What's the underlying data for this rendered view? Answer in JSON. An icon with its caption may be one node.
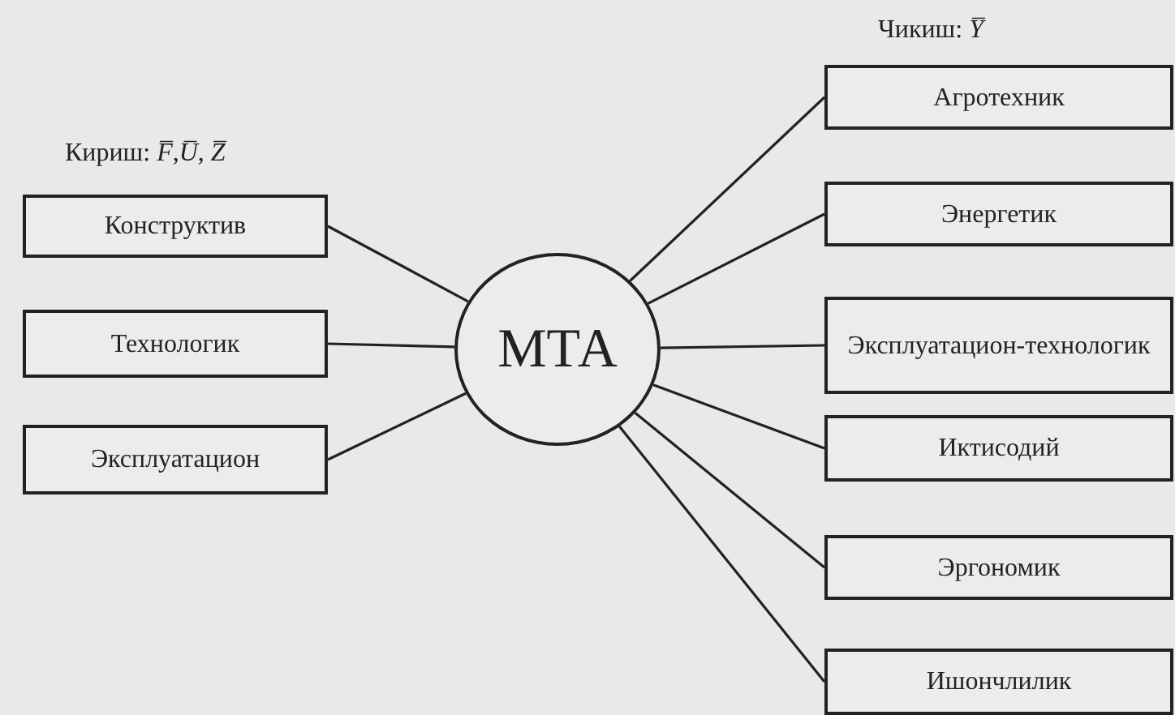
{
  "diagram": {
    "nodes": [
      {
        "text": [
          "Конструктив"
        ]
      },
      {
        "text": [
          "Технологик"
        ]
      },
      {
        "text": [
          "Эксплуатацион"
        ]
      },
      {
        "text": [
          "МТА"
        ]
      },
      {
        "text": [
          "Агротехник"
        ]
      },
      {
        "text": [
          "Энергетик"
        ]
      },
      {
        "text": [
          "Эксплуатацион-технологик"
        ]
      },
      {
        "text": [
          "Иктисодий"
        ]
      },
      {
        "text": [
          "Эргономик"
        ]
      },
      {
        "text": [
          "Ишончлилик"
        ]
      }
    ],
    "edges": [
      {
        "from": 3,
        "to": 0,
        "arrow": "none"
      },
      {
        "from": 3,
        "to": 1,
        "arrow": "none"
      },
      {
        "from": 3,
        "to": 2,
        "arrow": "none"
      },
      {
        "from": 3,
        "to": 4,
        "arrow": "none"
      },
      {
        "from": 3,
        "to": 5,
        "arrow": "none"
      },
      {
        "from": 3,
        "to": 6,
        "arrow": "none"
      },
      {
        "from": 3,
        "to": 7,
        "arrow": "none"
      },
      {
        "from": 3,
        "to": 8,
        "arrow": "none"
      },
      {
        "from": 3,
        "to": 9,
        "arrow": "none"
      }
    ],
    "labels": [
      "Кириш: *F̅*,*U̅*, *Z̅*",
      "Чикиш: *Y̅*"
    ]
  }
}
